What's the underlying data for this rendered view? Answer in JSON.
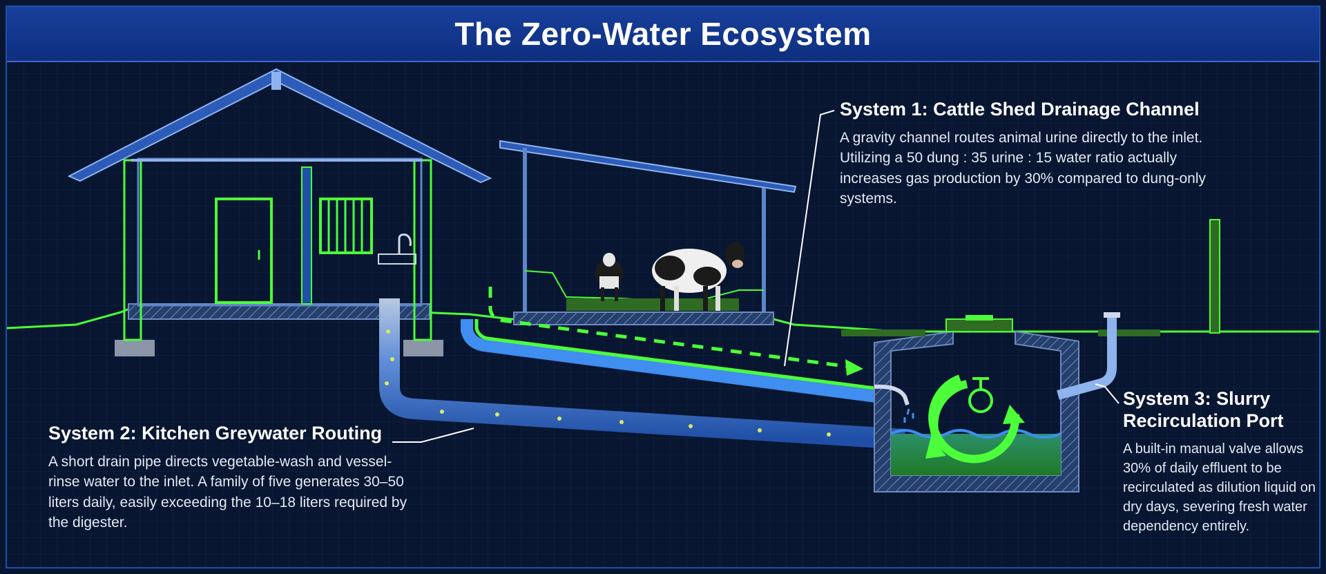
{
  "title": "The Zero-Water Ecosystem",
  "systems": [
    {
      "heading": "System 1: Cattle Shed Drainage Channel",
      "body": "A gravity channel routes animal urine directly to the inlet. Utilizing a 50 dung : 35 urine : 15 water ratio actually increases gas production by 30% compared to dung-only systems."
    },
    {
      "heading": "System 2: Kitchen Greywater Routing",
      "body": "A short drain pipe directs vegetable-wash and vessel-rinse water to the inlet. A family of five generates 30–50 liters daily, easily exceeding the 10–18 liters required by the digester."
    },
    {
      "heading": "System 3: Slurry Recirculation Port",
      "body": "A built-in manual valve allows 30% of daily effluent to be recirculated as dilution liquid on dry days, severing fresh water dependency entirely."
    }
  ],
  "colors": {
    "background": "#081631",
    "title_bar": "#133a92",
    "neon_green": "#4cff3a",
    "pipe_blue": "#3f8ef0",
    "structure_blue": "#5d86c9"
  }
}
